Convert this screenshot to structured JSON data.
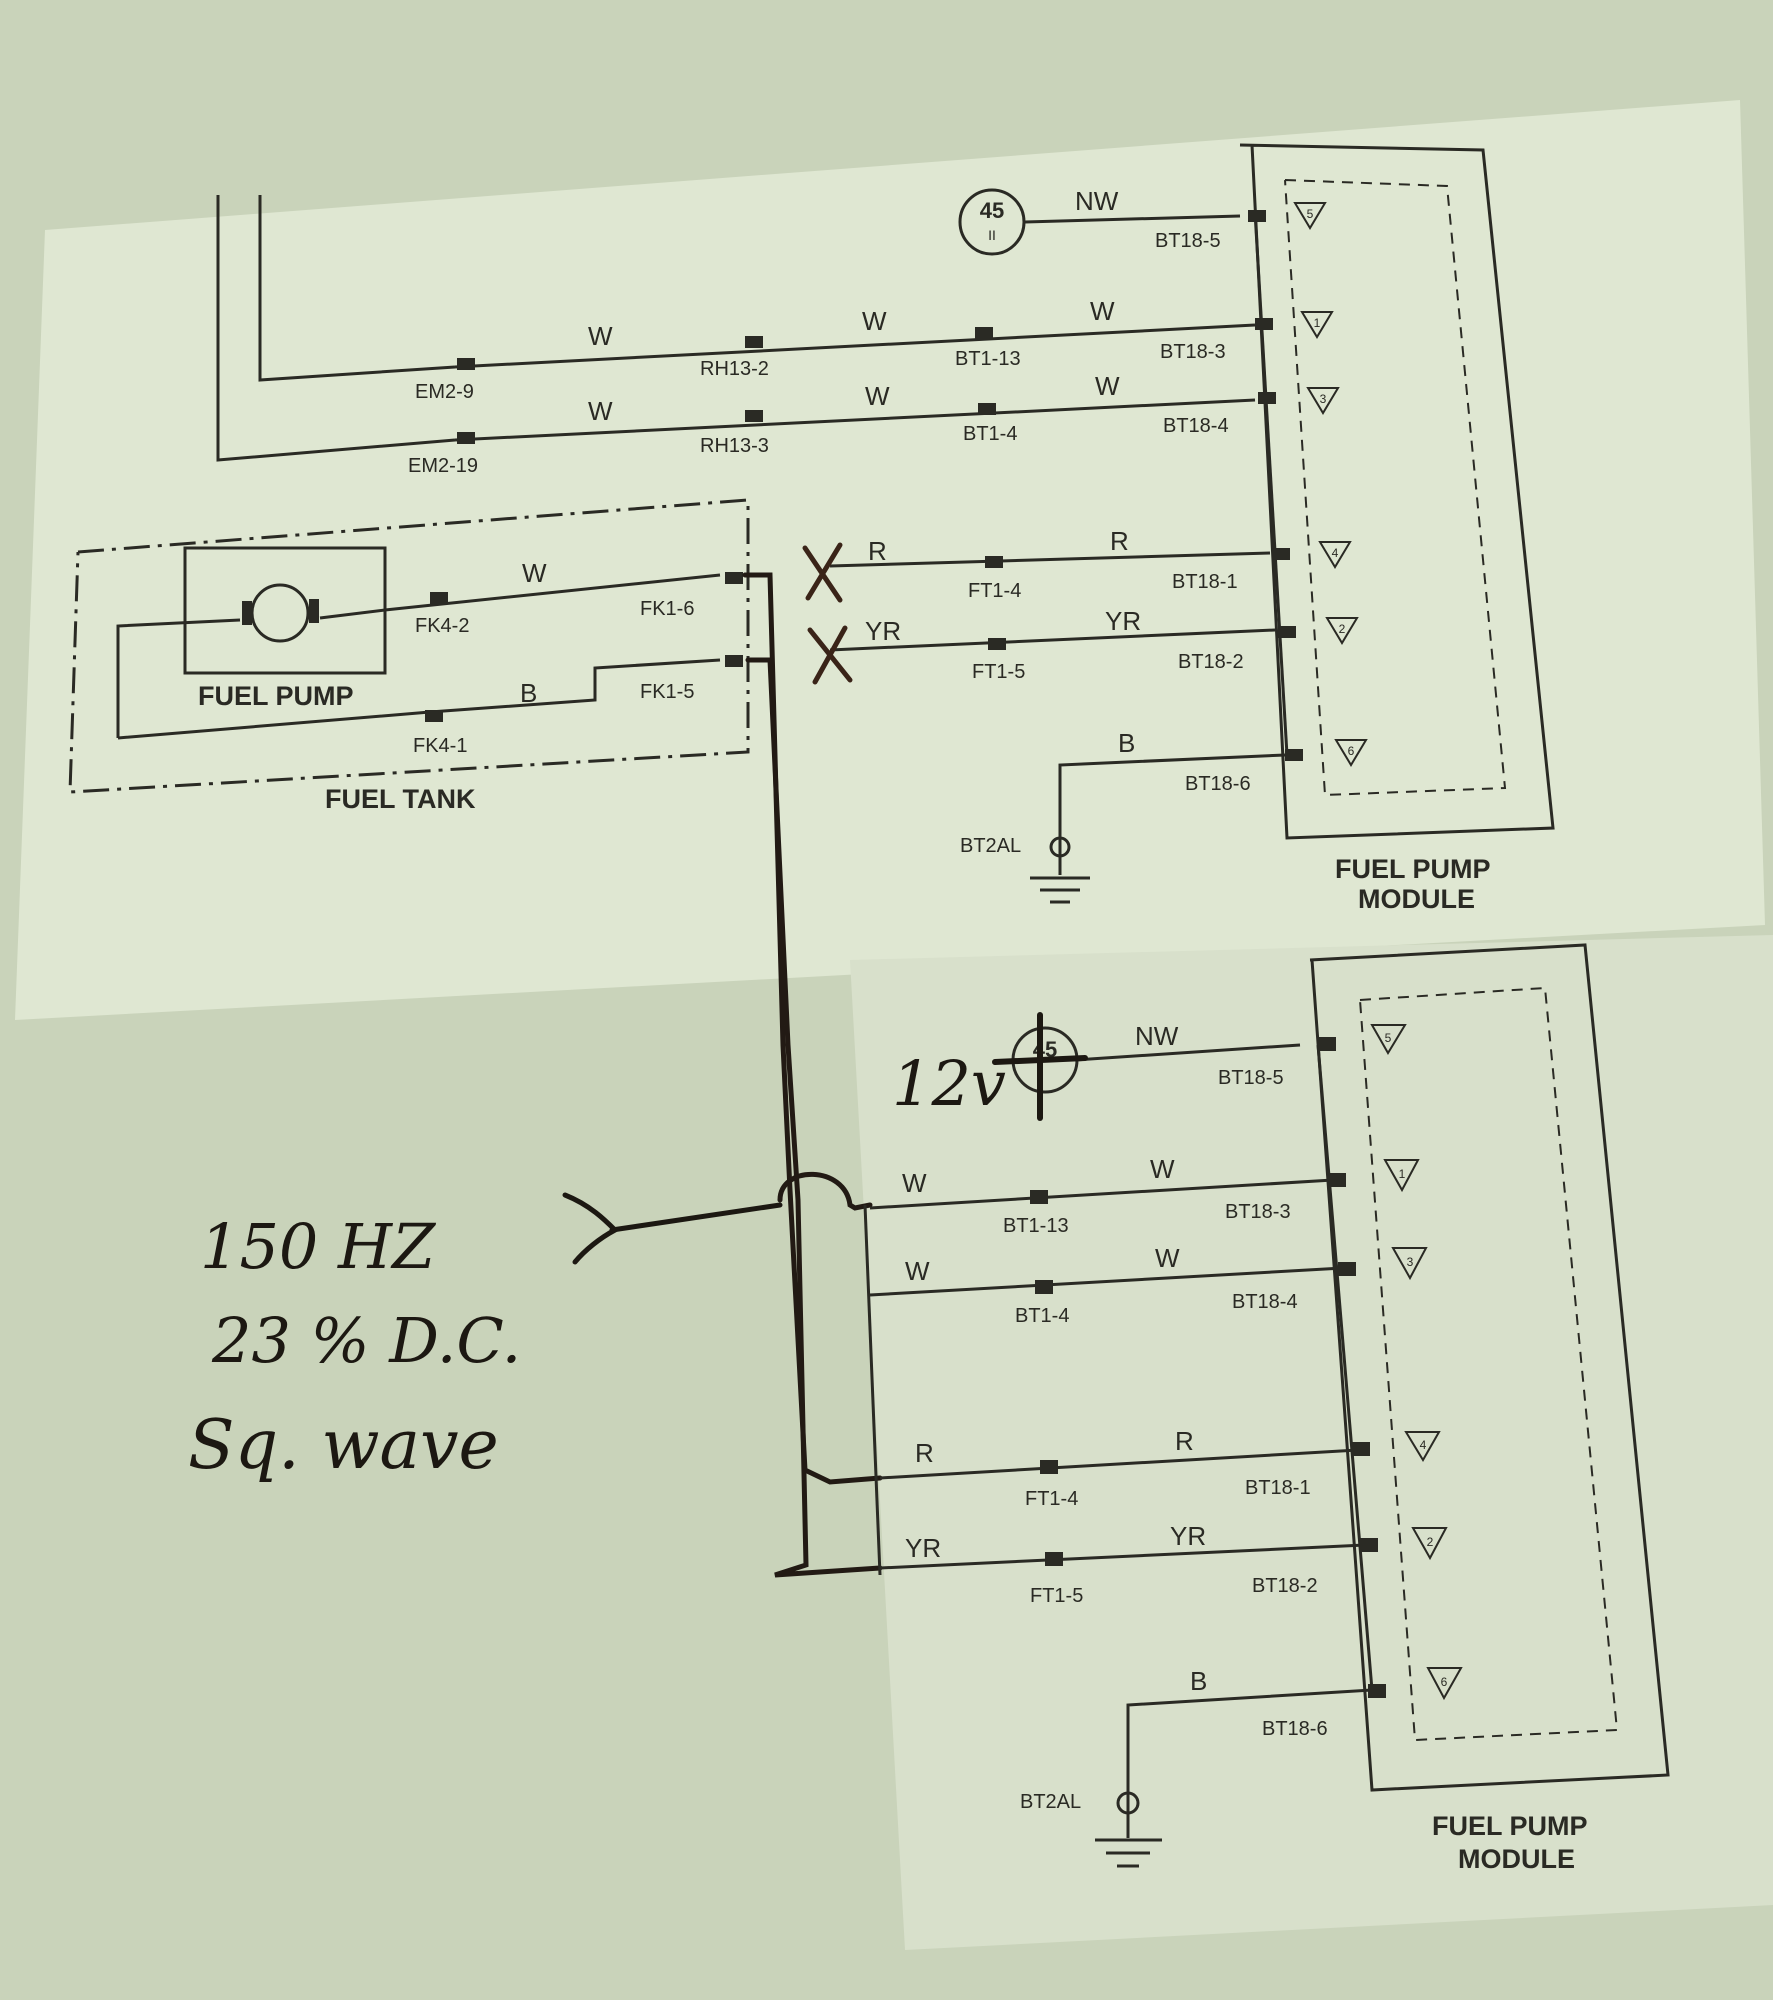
{
  "upper": {
    "fuse_id": "45",
    "fuse_sub": "II",
    "wires": {
      "nw": "NW",
      "w1a": "W",
      "w1b": "W",
      "w1c": "W",
      "w2a": "W",
      "w2b": "W",
      "w2c": "W",
      "r1": "R",
      "r2": "R",
      "yr1": "YR",
      "yr2": "YR",
      "b_gnd": "B",
      "w_pump": "W",
      "b_pump": "B"
    },
    "connectors": {
      "bt18_5": "BT18-5",
      "bt18_3": "BT18-3",
      "bt18_4": "BT18-4",
      "bt18_1": "BT18-1",
      "bt18_2": "BT18-2",
      "bt18_6": "BT18-6",
      "em2_9": "EM2-9",
      "em2_19": "EM2-19",
      "rh13_2": "RH13-2",
      "rh13_3": "RH13-3",
      "bt1_13": "BT1-13",
      "bt1_4": "BT1-4",
      "ft1_4": "FT1-4",
      "ft1_5": "FT1-5",
      "fk4_2": "FK4-2",
      "fk4_1": "FK4-1",
      "fk1_6": "FK1-6",
      "fk1_5": "FK1-5",
      "ground": "BT2AL"
    },
    "fuel_pump_label": "FUEL PUMP",
    "fuel_tank_label": "FUEL TANK",
    "module_label_1": "FUEL PUMP",
    "module_label_2": "MODULE",
    "pins": {
      "p5": "5",
      "p1": "1",
      "p2": "2",
      "p3": "3",
      "p4": "4",
      "p6": "6"
    }
  },
  "lower": {
    "fuse_id": "45",
    "wires": {
      "nw": "NW",
      "w1a": "W",
      "w1b": "W",
      "w2a": "W",
      "w2b": "W",
      "r1": "R",
      "r2": "R",
      "yr1": "YR",
      "yr2": "YR",
      "b_gnd": "B"
    },
    "connectors": {
      "bt18_5": "BT18-5",
      "bt18_3": "BT18-3",
      "bt18_4": "BT18-4",
      "bt18_1": "BT18-1",
      "bt18_2": "BT18-2",
      "bt18_6": "BT18-6",
      "bt1_13": "BT1-13",
      "bt1_4": "BT1-4",
      "ft1_4": "FT1-4",
      "ft1_5": "FT1-5",
      "ground": "BT2AL"
    },
    "module_label_1": "FUEL PUMP",
    "module_label_2": "MODULE",
    "pins": {
      "p5": "5",
      "p1": "1",
      "p2": "2",
      "p3": "3",
      "p4": "4",
      "p6": "6"
    }
  },
  "handwritten": {
    "voltage": "12v",
    "line1": "150 HZ",
    "line2": "23 % D.C.",
    "line3": "Sq. wave"
  },
  "colors": {
    "background": "#c9d3ba",
    "paper": "#dfe7d2",
    "ink": "#2a2a24",
    "marker": "#1c1812"
  }
}
